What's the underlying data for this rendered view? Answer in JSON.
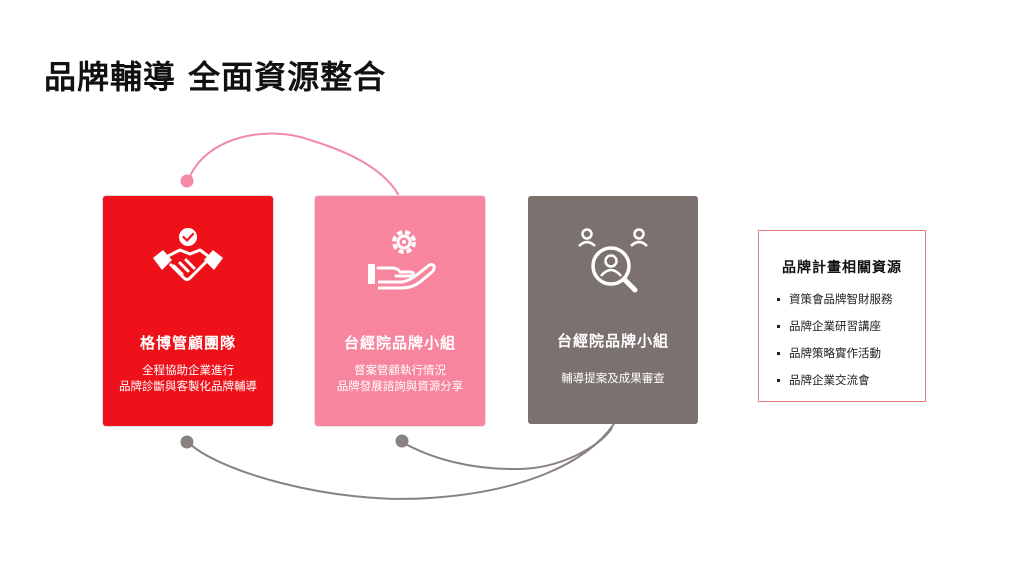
{
  "title": "品牌輔導 全面資源整合",
  "colors": {
    "red": "#ee1119",
    "pink": "#f7859e",
    "gray": "#7b716f",
    "connector_pink": "#f28aa6",
    "connector_gray": "#8a8281"
  },
  "cards": [
    {
      "icon": "handshake-check-icon",
      "title": "格博管顧團隊",
      "desc_line1": "全程協助企業進行",
      "desc_line2": "品牌診斷與客製化品牌輔導"
    },
    {
      "icon": "hand-gear-icon",
      "title": "台經院品牌小組",
      "desc_line1": "督案管顧執行情況",
      "desc_line2": "品牌發展諮詢與資源分享"
    },
    {
      "icon": "people-search-icon",
      "title": "台經院品牌小組",
      "desc_line1": "輔導提案及成果審查",
      "desc_line2": ""
    }
  ],
  "resources": {
    "title": "品牌計畫相關資源",
    "items": [
      "資策會品牌智財服務",
      "品牌企業研習講座",
      "品牌策略實作活動",
      "品牌企業交流會"
    ]
  }
}
